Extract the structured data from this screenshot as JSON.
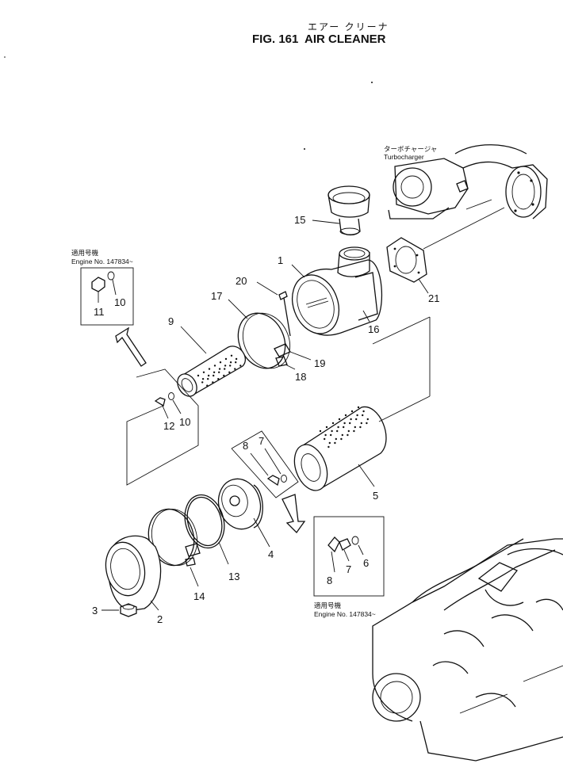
{
  "header": {
    "title_jp": "エアー クリーナ",
    "figure_label": "FIG. 161",
    "title_en": "AIR CLEANER"
  },
  "turbocharger": {
    "label_jp": "ターボチャージャ",
    "label_en": "Turbocharger"
  },
  "notes": {
    "upper": {
      "jp": "適用号機",
      "en": "Engine No. 147834~"
    },
    "lower": {
      "jp": "適用号機",
      "en": "Engine No. 147834~"
    }
  },
  "callouts": {
    "p1": "1",
    "p2": "2",
    "p3": "3",
    "p4": "4",
    "p5": "5",
    "p6": "6",
    "p7": "7",
    "p7b": "7",
    "p8": "8",
    "p8b": "8",
    "p9": "9",
    "p10": "10",
    "p10b": "10",
    "p11": "11",
    "p12": "12",
    "p13": "13",
    "p14": "14",
    "p15": "15",
    "p16": "16",
    "p17": "17",
    "p18": "18",
    "p19": "19",
    "p20": "20",
    "p21": "21"
  }
}
